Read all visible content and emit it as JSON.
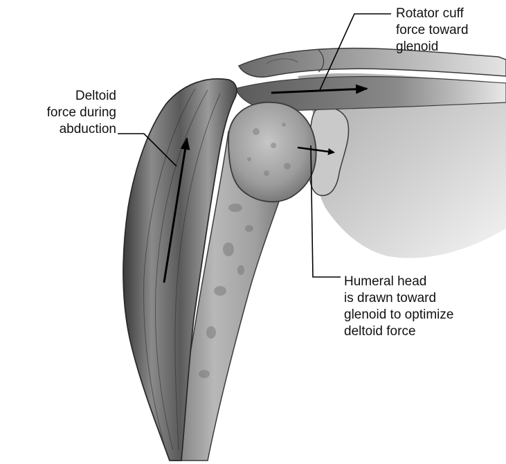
{
  "labels": {
    "rotator_cuff": [
      "Rotator cuff",
      "force toward",
      "glenoid"
    ],
    "deltoid": [
      "Deltoid",
      "force during",
      "abduction"
    ],
    "humeral_head": [
      "Humeral head",
      "is drawn toward",
      "glenoid to optimize",
      "deltoid force"
    ]
  },
  "colors": {
    "ink": "#111111",
    "bone_light": "#d8d8d8",
    "bone_mid": "#9a9a9a",
    "muscle_dark": "#4a4a4a",
    "shadow": "#6e6e6e",
    "background": "#ffffff"
  }
}
